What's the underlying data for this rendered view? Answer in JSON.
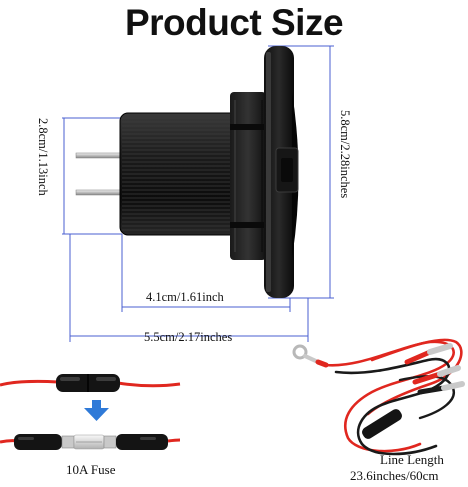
{
  "title": "Product Size",
  "dimensions": {
    "height_plug": "2.8cm/1.13inch",
    "height_total": "5.8cm/2.28inches",
    "length_body": "4.1cm/1.61inch",
    "length_total": "5.5cm/2.17inches"
  },
  "fuse": {
    "label": "10A Fuse"
  },
  "cable": {
    "line_length_label": "Line Length",
    "line_length_value": "23.6inches/60cm"
  },
  "colors": {
    "dimension_line": "#4a5fd0",
    "wire_red": "#e0271f",
    "wire_black": "#1a1a1a",
    "arrow_blue": "#2f7ad8"
  }
}
